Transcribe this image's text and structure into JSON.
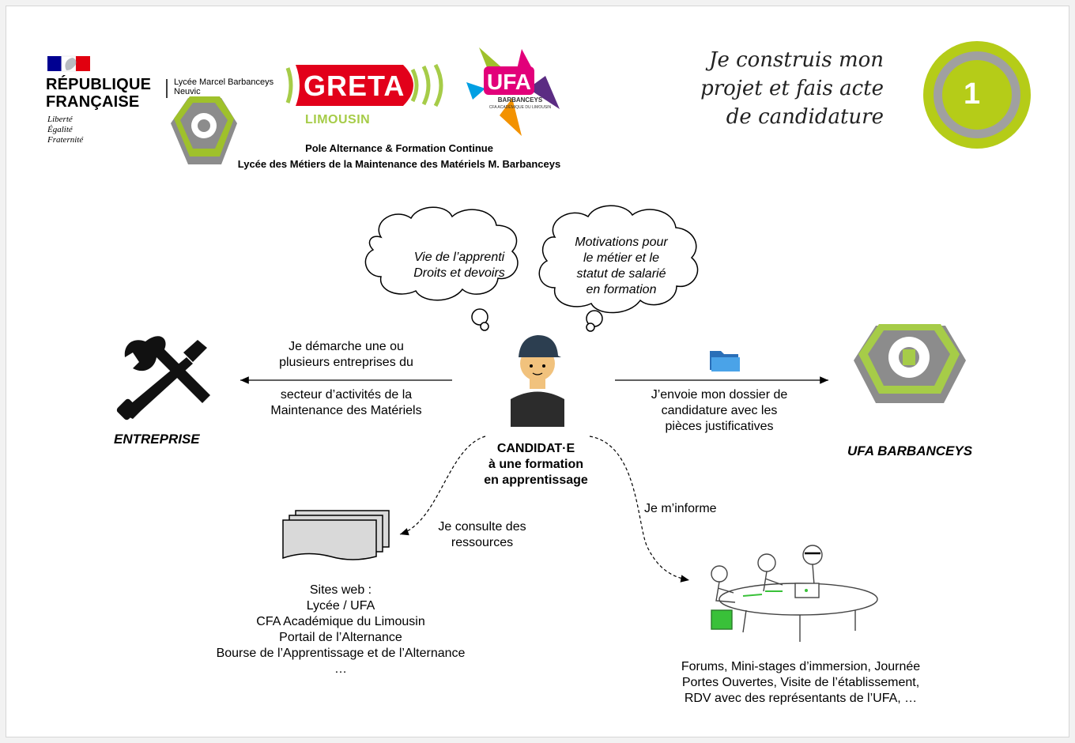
{
  "header": {
    "republique_line1": "RÉPUBLIQUE",
    "republique_line2": "FRANÇAISE",
    "motto": [
      "Liberté",
      "Égalité",
      "Fraternité"
    ],
    "lycee_line1": "Lycée Marcel Barbanceys",
    "lycee_line2": "Neuvic",
    "greta_logo": "GRETA",
    "greta_region": "LIMOUSIN",
    "ufa_logo": "UFA",
    "ufa_sub1": "BARBANCEYS",
    "ufa_sub2": "CFA ACADÉMIQUE DU LIMOUSIN",
    "pole_line1": "Pole Alternance & Formation Continue",
    "pole_line2": "Lycée des Métiers de la Maintenance des Matériels M. Barbanceys"
  },
  "headline": [
    "Je construis mon",
    "projet et fais acte",
    "de candidature"
  ],
  "step_number": "1",
  "colors": {
    "accent_green": "#b5cc18",
    "badge_grey": "#a0a0a0",
    "greta_red": "#e2001a",
    "greta_green": "#a6cc48",
    "folder_blue": "#3a8fd6"
  },
  "clouds": {
    "left": [
      "Vie de l’apprenti",
      "Droits et devoirs"
    ],
    "right": [
      "Motivations pour",
      "le métier et le",
      "statut de salarié",
      "en formation"
    ]
  },
  "left_arrow_text": {
    "top": [
      "Je démarche une ou",
      "plusieurs entreprises du"
    ],
    "bottom": [
      "secteur d’activités de la",
      "Maintenance des Matériels"
    ]
  },
  "right_arrow_text": [
    "J’envoie mon dossier de",
    "candidature avec les",
    "pièces justificatives"
  ],
  "entreprise_label": "ENTREPRISE",
  "ufa_label": "UFA BARBANCEYS",
  "candidate_label": [
    "CANDIDAT·E",
    "à une formation",
    "en apprentissage"
  ],
  "consult_label": [
    "Je consulte des",
    "ressources"
  ],
  "inform_label": "Je m’informe",
  "websites": [
    "Sites web :",
    "Lycée / UFA",
    "CFA Académique du Limousin",
    "Portail de l’Alternance",
    "Bourse de l’Apprentissage et de l’Alternance",
    "…"
  ],
  "events": [
    "Forums, Mini-stages d’immersion, Journée",
    "Portes Ouvertes, Visite de l’établissement,",
    "RDV avec des représentants de l’UFA, …"
  ],
  "icons": [
    "marianne-logo",
    "gear-hexagon-logo",
    "greta-logo",
    "ufa-logo",
    "step-badge",
    "cloud-icon",
    "wrench-screwdriver-icon",
    "folder-icon",
    "student-avatar",
    "documents-icon",
    "meeting-illustration",
    "gear-hexagon-icon"
  ]
}
